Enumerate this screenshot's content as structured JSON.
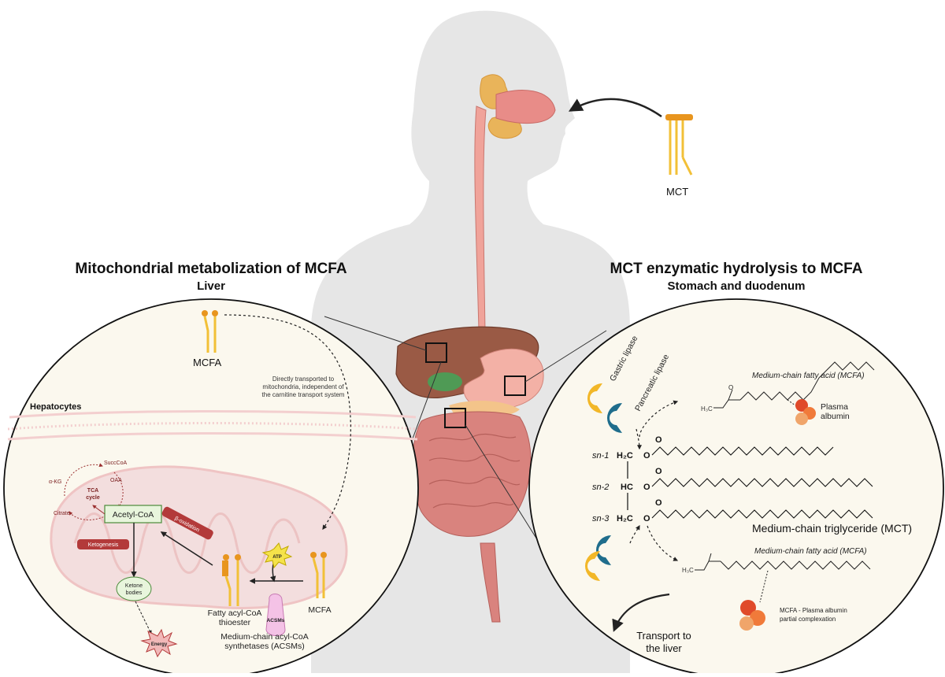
{
  "left_panel": {
    "title": "Mitochondrial metabolization of MCFA",
    "subtitle": "Liver",
    "mcfa_top_label": "MCFA",
    "hepatocytes_label": "Hepatocytes",
    "direct_transport_note": [
      "Directly transported to",
      "mitochondria, independent of",
      "the carnitine transport system"
    ],
    "tca": {
      "line1": "TCA",
      "line2": "cycle",
      "succoa": "SuccCoA",
      "oaa": "OAA",
      "akg": "α-KG",
      "citrate": "Citrate"
    },
    "acetyl_coa": "Acetyl-CoA",
    "ketogenesis": "Ketogenesis",
    "beta_oxidation": "β-oxidation",
    "ketone_bodies": [
      "Ketone",
      "bodies"
    ],
    "energy": "Energy",
    "atp": "ATP",
    "acsms": "ACSMs",
    "fatty_acyl": [
      "Fatty acyl-CoA",
      "thioester"
    ],
    "mcfa_bottom_label": "MCFA",
    "acsm_label": [
      "Medium-chain acyl-CoA",
      "synthetases (ACSMs)"
    ]
  },
  "right_panel": {
    "title": "MCT enzymatic hydrolysis to MCFA",
    "subtitle": "Stomach and duodenum",
    "gastric_lipase": "Gastric lipase",
    "pancreatic_lipase": "Pancreatic lipase",
    "mcfa_top": "Medium-chain fatty acid (MCFA)",
    "plasma_albumin": [
      "Plasma",
      "albumin"
    ],
    "sn1": "sn-1",
    "sn2": "sn-2",
    "sn3": "sn-3",
    "h2c": "H₂C",
    "hc": "HC",
    "o": "O",
    "mct_label": "Medium-chain triglyceride (MCT)",
    "mcfa_bottom": "Medium-chain fatty acid (MCFA)",
    "complexation": [
      "MCFA - Plasma albumin",
      "partial complexation"
    ],
    "transport": [
      "Transport to",
      "the liver"
    ]
  },
  "top": {
    "mct_label": "MCT"
  },
  "colors": {
    "lipid_yellow": "#f2c037",
    "lipid_orange": "#e8951e",
    "liver": "#9a5a45",
    "stomach": "#f0a39a",
    "intestine": "#d9837e",
    "body": "#e8e8e8",
    "enzyme_blue": "#1f6d8c",
    "enzyme_yellow": "#f2b728",
    "red_label": "#b33a3a"
  }
}
